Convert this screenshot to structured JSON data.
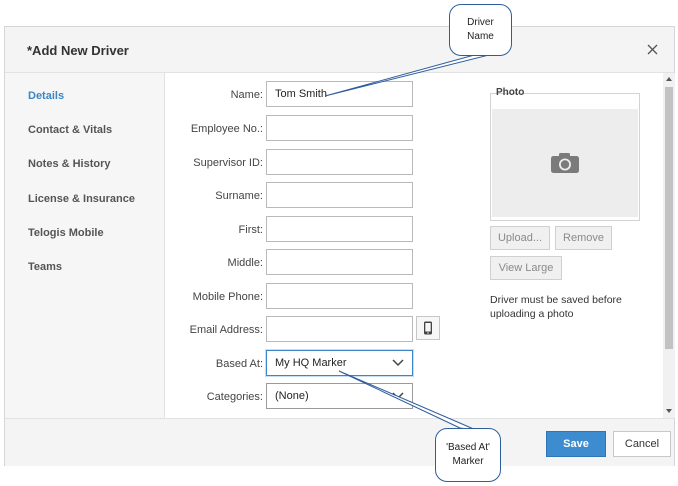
{
  "dialog": {
    "title": "*Add New Driver",
    "close_icon": "close-icon"
  },
  "sidebar": {
    "items": [
      {
        "label": "Details",
        "active": true
      },
      {
        "label": "Contact & Vitals",
        "active": false
      },
      {
        "label": "Notes & History",
        "active": false
      },
      {
        "label": "License & Insurance",
        "active": false
      },
      {
        "label": "Telogis Mobile",
        "active": false
      },
      {
        "label": "Teams",
        "active": false
      }
    ]
  },
  "form": {
    "fields": [
      {
        "label": "Name:",
        "value": "Tom Smith"
      },
      {
        "label": "Employee No.:",
        "value": ""
      },
      {
        "label": "Supervisor ID:",
        "value": ""
      },
      {
        "label": "Surname:",
        "value": ""
      },
      {
        "label": "First:",
        "value": ""
      },
      {
        "label": "Middle:",
        "value": ""
      },
      {
        "label": "Mobile Phone:",
        "value": ""
      },
      {
        "label": "Email Address:",
        "value": ""
      },
      {
        "label": "Based At:",
        "value": "My HQ Marker"
      },
      {
        "label": "Categories:",
        "value": "(None)"
      }
    ],
    "phone_icon": "mobile-phone-icon"
  },
  "photo": {
    "legend": "Photo",
    "camera_icon": "camera-icon",
    "upload_label": "Upload...",
    "remove_label": "Remove",
    "view_large_label": "View Large",
    "note": "Driver must be saved before uploading a photo"
  },
  "footer": {
    "save_label": "Save",
    "cancel_label": "Cancel"
  },
  "callouts": {
    "driver_name": [
      "Driver",
      "Name"
    ],
    "based_at": [
      "'Based At'",
      "Marker"
    ]
  },
  "colors": {
    "accent": "#3e8cd0",
    "active_nav": "#3b86c7",
    "callout_border": "#2f5d9c"
  }
}
